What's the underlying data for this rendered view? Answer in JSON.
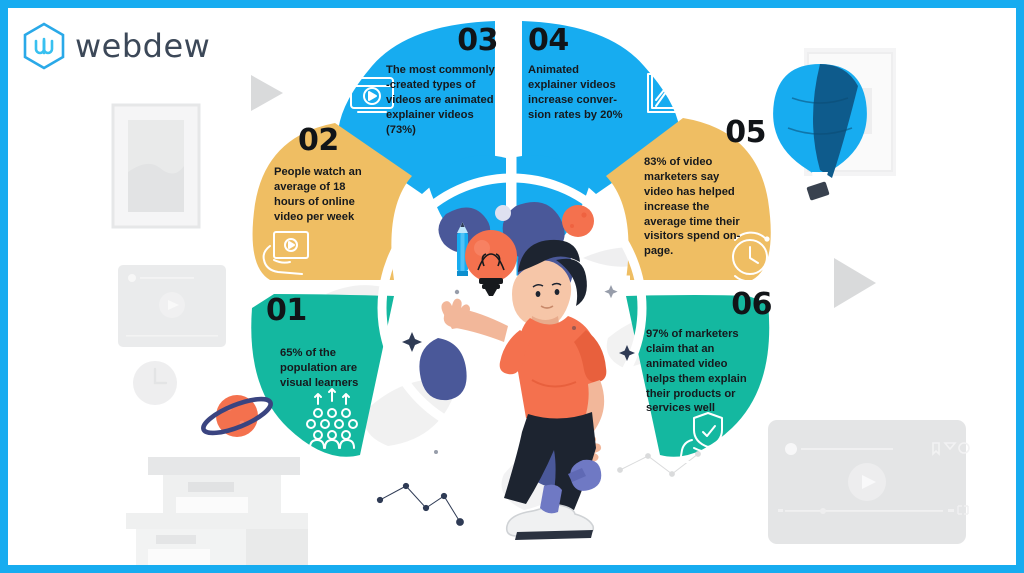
{
  "brand": {
    "name": "webdew",
    "logo_mark": "w-hexagon-icon",
    "border_color": "#17ACF0"
  },
  "palette": {
    "blue": "#17ACF0",
    "yellow": "#EFBE63",
    "teal": "#14B8A0",
    "orange": "#F4714E",
    "navy": "#4A5899",
    "dark": "#16191d",
    "ghost": "#E6E7E8"
  },
  "infographic": {
    "petals": [
      {
        "number": "01",
        "color": "#14B8A0",
        "align": "left",
        "icon": "audience-crowd-icon",
        "text": "65% of the population are visual learners"
      },
      {
        "number": "02",
        "color": "#EFBE63",
        "align": "left",
        "icon": "hand-tablet-video-icon",
        "text": "People watch an average of 18 hours of online video per week"
      },
      {
        "number": "03",
        "color": "#17ACF0",
        "align": "right",
        "icon": "video-player-icon",
        "text": "The most commonly -created types of videos are animated explainer videos (73%)"
      },
      {
        "number": "04",
        "color": "#17ACF0",
        "align": "left",
        "icon": "growth-chart-icon",
        "text": "Animated explainer videos increase conver- sion rates by 20%"
      },
      {
        "number": "05",
        "color": "#EFBE63",
        "align": "right",
        "icon": "clock-icon",
        "text": "83% of video marketers say video has helped increase the average time their visitors spend on-page."
      },
      {
        "number": "06",
        "color": "#14B8A0",
        "align": "right",
        "icon": "shield-hands-icon",
        "text": "97% of marketers claim that an animated video helps them explain their products or services well"
      }
    ]
  },
  "decor": {
    "hot_air_balloon": "hot-air-balloon-icon",
    "saturn_planet": "saturn-planet-icon",
    "wall_clock": "wall-clock-icon",
    "play_triangle_top": "play-triangle-icon",
    "play_triangle_right": "play-triangle-icon",
    "framed_picture": "framed-picture-icon",
    "video_mockup_left": "video-player-mockup",
    "video_mockup_right": "video-player-mockup",
    "desk_cabinet": "desk-cabinet-shape",
    "illustration": "person-juggling-ideas-illustration",
    "idea_bulb": "light-bulb-icon",
    "pencil": "pencil-icon"
  }
}
